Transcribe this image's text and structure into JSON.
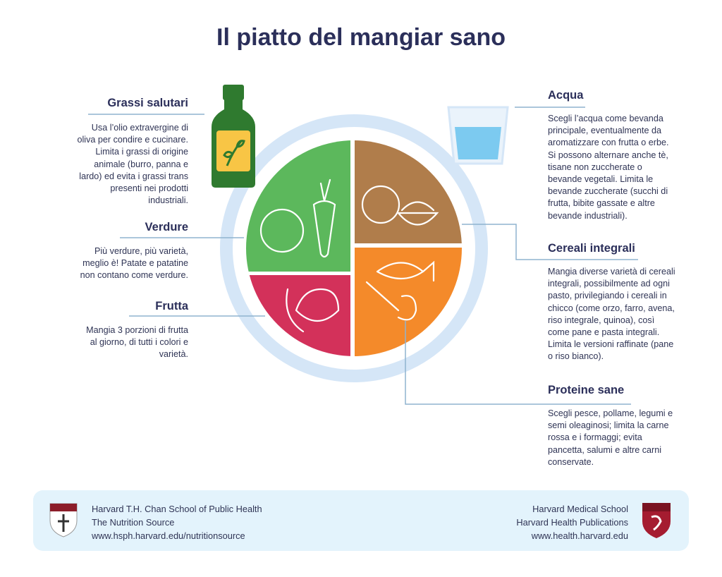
{
  "title": "Il piatto del mangiar sano",
  "sections": {
    "grassi": {
      "heading": "Grassi salutari",
      "lines": [
        "Usa l’olio extravergine di",
        "oliva per condire e cucinare.",
        "Limita i grassi di origine",
        "animale (burro, panna e",
        "lardo) ed evita i grassi trans",
        "presenti nei prodotti",
        "industriali."
      ]
    },
    "verdure": {
      "heading": "Verdure",
      "lines": [
        "Più verdure, più varietà,",
        "meglio è! Patate e patatine",
        "non contano come verdure."
      ]
    },
    "frutta": {
      "heading": "Frutta",
      "lines": [
        "Mangia 3 porzioni di frutta",
        "al giorno, di tutti i colori e",
        "varietà."
      ]
    },
    "acqua": {
      "heading": "Acqua",
      "lines": [
        "Scegli l’acqua come bevanda",
        "principale, eventualmente da",
        "aromatizzare con frutta o erbe.",
        "Si possono alternare anche tè,",
        "tisane non zuccherate o",
        "bevande vegetali. Limita le",
        "bevande zuccherate (succhi di",
        "frutta, bibite gassate e altre",
        "bevande industriali)."
      ]
    },
    "cereali": {
      "heading": "Cereali integrali",
      "lines": [
        "Mangia diverse varietà di cereali",
        "integrali, possibilmente ad ogni",
        "pasto, privilegiando i cereali in",
        "chicco (come orzo, farro, avena,",
        "riso integrale, quinoa), così",
        "come pane e pasta integrali.",
        "Limita le versioni raffinate (pane",
        "o riso bianco)."
      ]
    },
    "proteine": {
      "heading": "Proteine sane",
      "lines": [
        "Scegli pesce, pollame, legumi e",
        "semi oleaginosi; limita la carne",
        "rossa e i formaggi; evita",
        "pancetta, salumi e altre carni",
        "conservate."
      ]
    }
  },
  "colors": {
    "verdure": "#5cb85c",
    "cereali": "#b07d4b",
    "frutta": "#d3315a",
    "proteine": "#f48a2a",
    "ring": "#d5e6f7",
    "bottle": "#2f7a2f",
    "label": "#f8c545",
    "water": "#7ccaf0"
  },
  "footer": {
    "left": [
      "Harvard T.H. Chan School of Public Health",
      "The Nutrition Source",
      "www.hsph.harvard.edu/nutritionsource"
    ],
    "right": [
      "Harvard Medical School",
      "Harvard Health Publications",
      "www.health.harvard.edu"
    ]
  }
}
